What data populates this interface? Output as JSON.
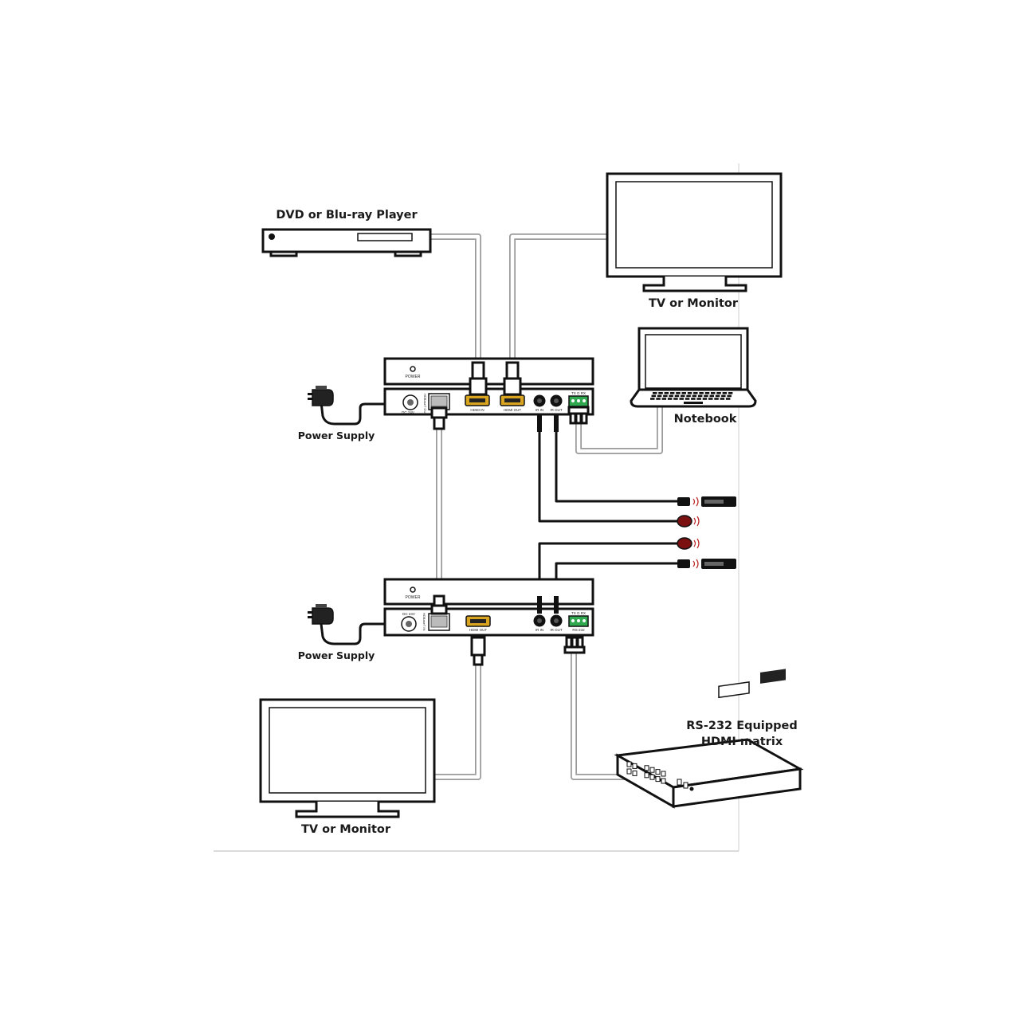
{
  "labels": {
    "dvd_player": "DVD or Blu-ray Player",
    "tv_top": "TV or Monitor",
    "notebook": "Notebook",
    "power_supply_top": "Power Supply",
    "power_supply_bottom": "Power Supply",
    "tv_bottom": "TV or Monitor",
    "matrix_line1": "RS-232 Equipped",
    "matrix_line2": "HDMI matrix"
  },
  "transmitter": {
    "power": "POWER",
    "dc": "DC 24V",
    "hdbaset": "HDBaseT OUT",
    "hdmi_in": "HDMI IN",
    "hdmi_out": "HDMI OUT",
    "ir_in": "IR IN",
    "ir_out": "IR OUT",
    "rs232_pins": "TX  G  RX"
  },
  "receiver": {
    "power": "POWER",
    "dc": "DC 24V",
    "hdbaset": "HDBaseT IN",
    "hdmi_out": "HDMI OUT",
    "ir_in": "IR IN",
    "ir_out": "IR OUT",
    "rs232_pins": "TX  G  RX",
    "rs232": "RS-232"
  },
  "colors": {
    "ink": "#111111",
    "cable_grey": "#9a9a9a",
    "hdmi_port": "#d9a520",
    "terminal_green": "#2fa84f",
    "ir_red": "#7a1010"
  }
}
